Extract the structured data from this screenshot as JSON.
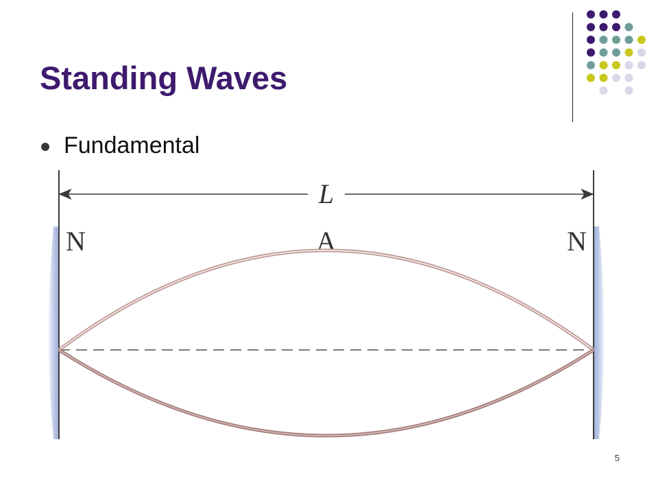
{
  "slide": {
    "title": "Standing Waves",
    "bullet": "Fundamental",
    "page_number": "5"
  },
  "diagram": {
    "length_label": "L",
    "left_node_label": "N",
    "antinode_label": "A",
    "right_node_label": "N",
    "loops": 1
  },
  "colors": {
    "title": "#3d1a6e",
    "dot_purple": "#3d1a6e",
    "dot_teal": "#6f9e9a",
    "dot_yellow": "#c8c81e",
    "dot_lavender": "#d8d8ea",
    "string": "#b08a86",
    "wall": "#a9b8de"
  }
}
